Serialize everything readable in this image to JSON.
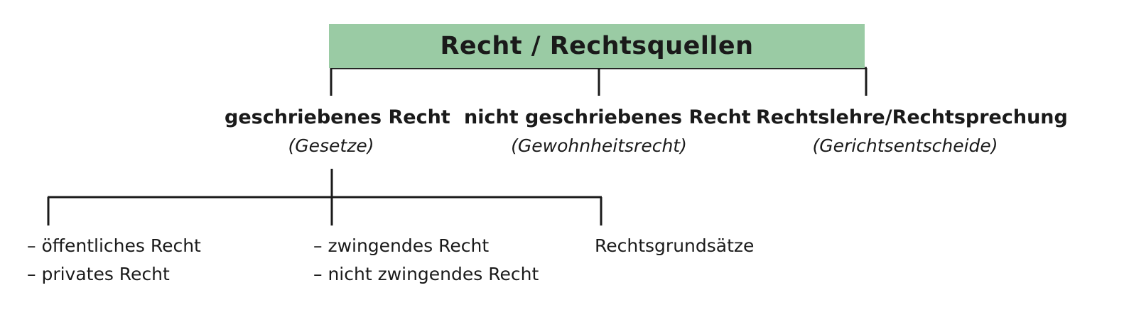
{
  "root": {
    "title": "Recht / Rechtsquellen",
    "fill_color": "#9acba4"
  },
  "sources": [
    {
      "title": "geschriebenes Recht",
      "subtitle": "(Gesetze)"
    },
    {
      "title": "nicht geschriebenes Recht",
      "subtitle": "(Gewohnheitsrecht)"
    },
    {
      "title": "Rechtslehre/Rechtsprechung",
      "subtitle": "(Gerichtsentscheide)"
    }
  ],
  "written_law_children": [
    {
      "lines": [
        "– öffentliches Recht",
        "– privates Recht"
      ]
    },
    {
      "lines": [
        "– zwingendes Recht",
        "– nicht zwingendes Recht"
      ]
    },
    {
      "lines": [
        "Rechtsgrundsätze"
      ]
    }
  ]
}
